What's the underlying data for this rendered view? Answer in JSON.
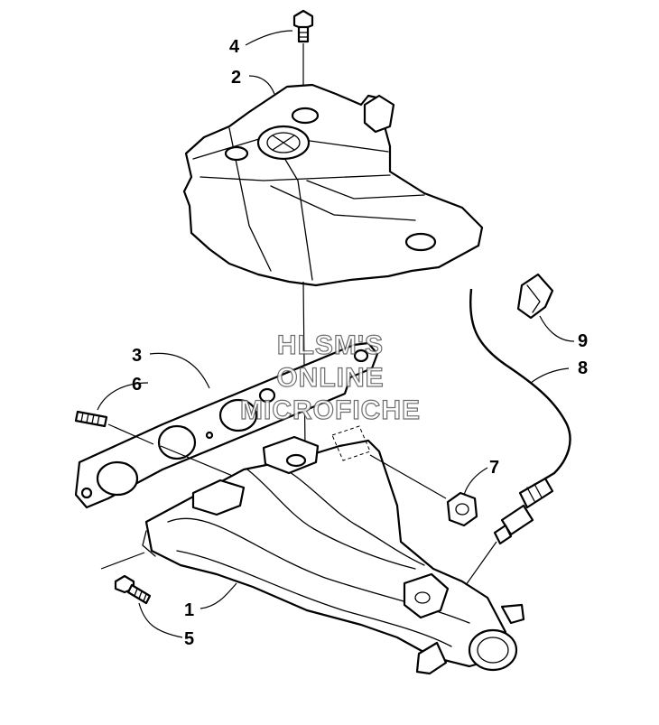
{
  "diagram": {
    "callouts": [
      {
        "id": "callout-1",
        "label": "1"
      },
      {
        "id": "callout-2",
        "label": "2"
      },
      {
        "id": "callout-3",
        "label": "3"
      },
      {
        "id": "callout-4",
        "label": "4"
      },
      {
        "id": "callout-5",
        "label": "5"
      },
      {
        "id": "callout-6",
        "label": "6"
      },
      {
        "id": "callout-7",
        "label": "7"
      },
      {
        "id": "callout-8",
        "label": "8"
      },
      {
        "id": "callout-9",
        "label": "9"
      }
    ],
    "watermark": {
      "line1": "HLSM'S",
      "line2": "ONLINE",
      "line3": "MICROFICHE"
    }
  }
}
